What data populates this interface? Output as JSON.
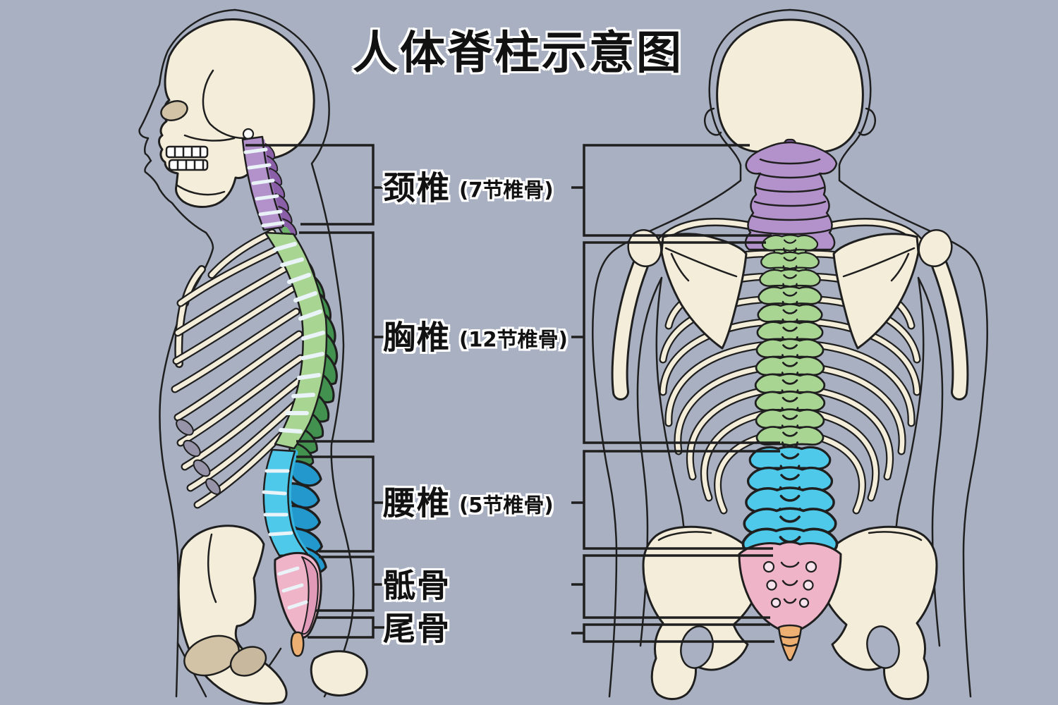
{
  "title": "人体脊柱示意图",
  "labels": [
    {
      "id": "cervical",
      "label": "颈椎",
      "note": "(7节椎骨)",
      "count": 7,
      "color": "#b392cb"
    },
    {
      "id": "thoracic",
      "label": "胸椎",
      "note": "(12节椎骨)",
      "count": 12,
      "color": "#a9d593"
    },
    {
      "id": "lumbar",
      "label": "腰椎",
      "note": "(5节椎骨)",
      "count": 5,
      "color": "#4fc9e9"
    },
    {
      "id": "sacrum",
      "label": "骶骨",
      "note": "",
      "color": "#f0b4c9"
    },
    {
      "id": "coccyx",
      "label": "尾骨",
      "note": "",
      "color": "#edb072"
    }
  ],
  "colors": {
    "background": "#a8b0c1",
    "outline": "#1f1f1f",
    "bone": "#f4edda",
    "bone_shadow": "#d2c3a6",
    "bone_hole": "#c8b99e",
    "gray_cartilage": "#9793a8",
    "disc": "#e9f3f8",
    "cervical": "#b392cb",
    "cervical_mid": "#a37fc0",
    "cervical_dark": "#8a5fa8",
    "thoracic": "#a9d593",
    "thoracic_mid": "#6fb46b",
    "thoracic_dark": "#43914f",
    "lumbar": "#4fc9e9",
    "lumbar_mid": "#35b4de",
    "lumbar_dark": "#2298cc",
    "sacrum": "#f0b4c9",
    "sacrum_dark": "#e19ab8",
    "coccyx": "#edb072",
    "label": "#111111",
    "halo": "#ffffff"
  }
}
